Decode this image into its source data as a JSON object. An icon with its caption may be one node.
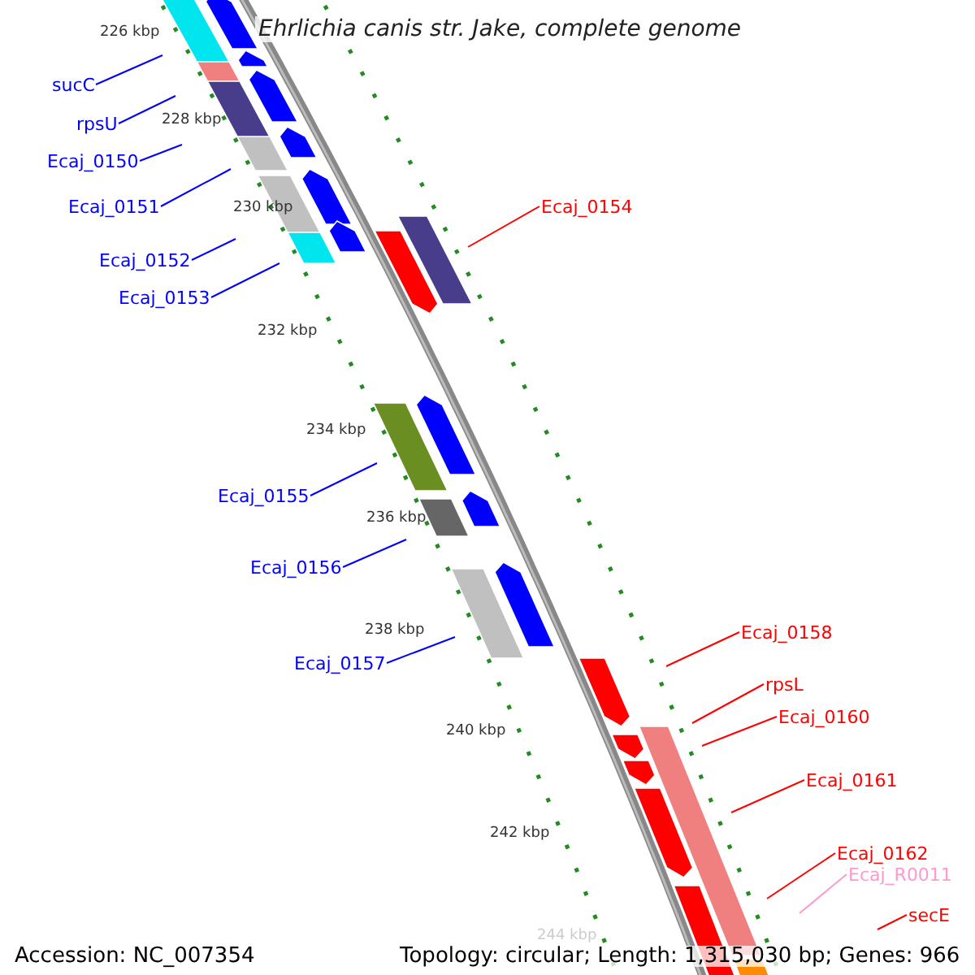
{
  "diagram": {
    "title": "Ehrlichia canis str. Jake, complete genome",
    "nodes": [
      {
        "text": [
          "sucC"
        ]
      },
      {
        "text": [
          "rpsU"
        ]
      },
      {
        "text": [
          "Ecaj_0150"
        ]
      },
      {
        "text": [
          "Ecaj_0151"
        ]
      },
      {
        "text": [
          "Ecaj_0152"
        ]
      },
      {
        "text": [
          "Ecaj_0153"
        ]
      },
      {
        "text": [
          "Ecaj_0154"
        ]
      },
      {
        "text": [
          "Ecaj_0155"
        ]
      },
      {
        "text": [
          "Ecaj_0156"
        ]
      },
      {
        "text": [
          "Ecaj_0157"
        ]
      },
      {
        "text": [
          "Ecaj_0158"
        ]
      },
      {
        "text": [
          "rpsL"
        ]
      },
      {
        "text": [
          "Ecaj_0160"
        ]
      },
      {
        "text": [
          "Ecaj_0161"
        ]
      },
      {
        "text": [
          "Ecaj_0162"
        ]
      },
      {
        "text": [
          "Ecaj_R0011"
        ]
      },
      {
        "text": [
          "secE"
        ]
      }
    ],
    "edges": [
      {
        "from": 0,
        "to": null,
        "arrow": "none"
      },
      {
        "from": 1,
        "to": null,
        "arrow": "none"
      },
      {
        "from": 2,
        "to": null,
        "arrow": "none"
      },
      {
        "from": 3,
        "to": null,
        "arrow": "none"
      },
      {
        "from": 4,
        "to": null,
        "arrow": "none"
      },
      {
        "from": 5,
        "to": null,
        "arrow": "none"
      },
      {
        "from": 6,
        "to": null,
        "arrow": "none",
        "color": "#ff0000"
      },
      {
        "from": 7,
        "to": null,
        "arrow": "none"
      },
      {
        "from": 8,
        "to": null,
        "arrow": "none"
      },
      {
        "from": 9,
        "to": null,
        "arrow": "none"
      },
      {
        "from": 10,
        "to": null,
        "arrow": "none",
        "color": "#ff0000"
      },
      {
        "from": 11,
        "to": null,
        "arrow": "none",
        "color": "#ff0000"
      },
      {
        "from": 12,
        "to": null,
        "arrow": "none",
        "color": "#ff0000"
      },
      {
        "from": 13,
        "to": null,
        "arrow": "none",
        "color": "#ff0000"
      },
      {
        "from": 14,
        "to": null,
        "arrow": "none",
        "color": "#ff0000"
      },
      {
        "from": 15,
        "to": null,
        "arrow": "none",
        "color": "#ff99cc"
      },
      {
        "from": 16,
        "to": null,
        "arrow": "none",
        "color": "#ff0000"
      }
    ],
    "labels": [
      "226 kbp",
      "228 kbp",
      "230 kbp",
      "232 kbp",
      "234 kbp",
      "236 kbp",
      "238 kbp",
      "240 kbp",
      "242 kbp",
      "244 kbp",
      "Accession: NC_007354",
      "Topology: circular; Length: 1,315,030 bp; Genes: 966"
    ]
  }
}
